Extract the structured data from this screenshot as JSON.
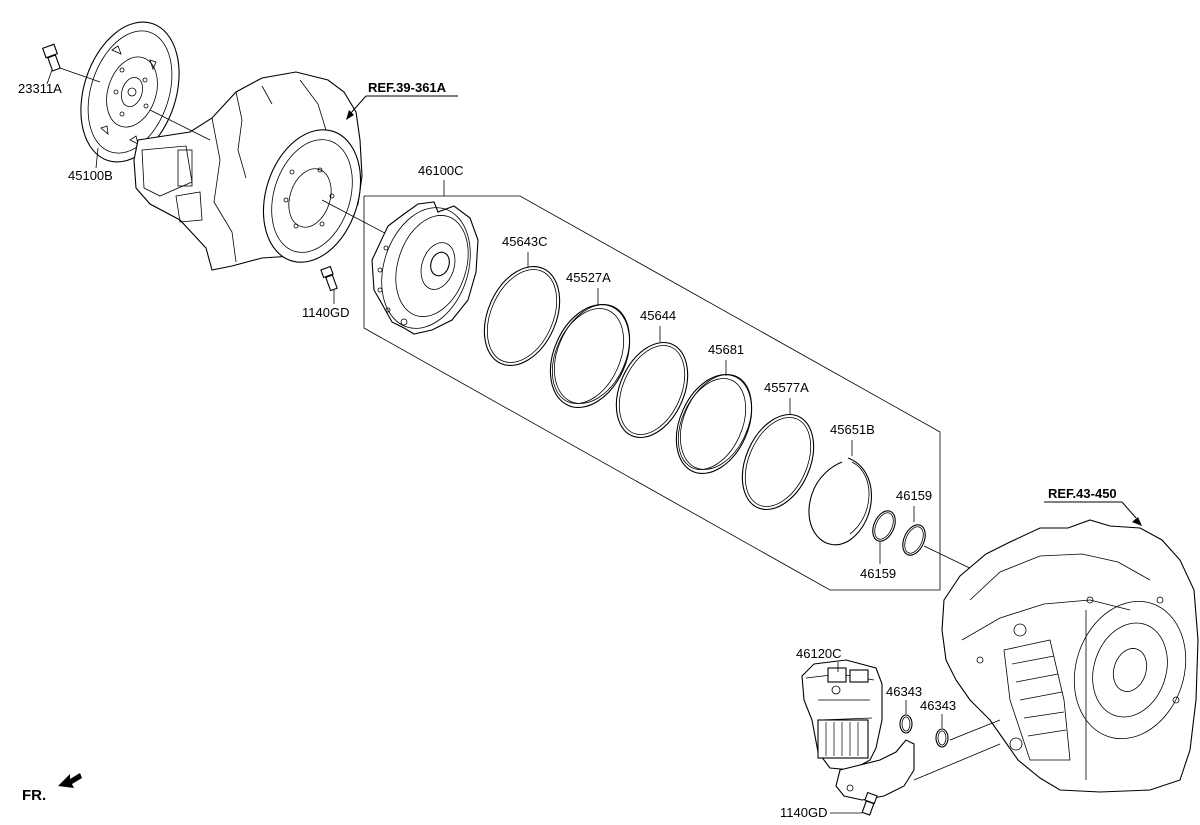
{
  "labels": {
    "p23311A": "23311A",
    "p45100B": "45100B",
    "ref39": "REF.39-361A",
    "p1140GD_top": "1140GD",
    "p46100C": "46100C",
    "p45643C": "45643C",
    "p45527A": "45527A",
    "p45644": "45644",
    "p45681": "45681",
    "p45577A": "45577A",
    "p45651B": "45651B",
    "p46159_a": "46159",
    "p46159_b": "46159",
    "ref43": "REF.43-450",
    "p46120C": "46120C",
    "p46343_a": "46343",
    "p46343_b": "46343",
    "p1140GD_bottom": "1140GD",
    "fr": "FR."
  }
}
